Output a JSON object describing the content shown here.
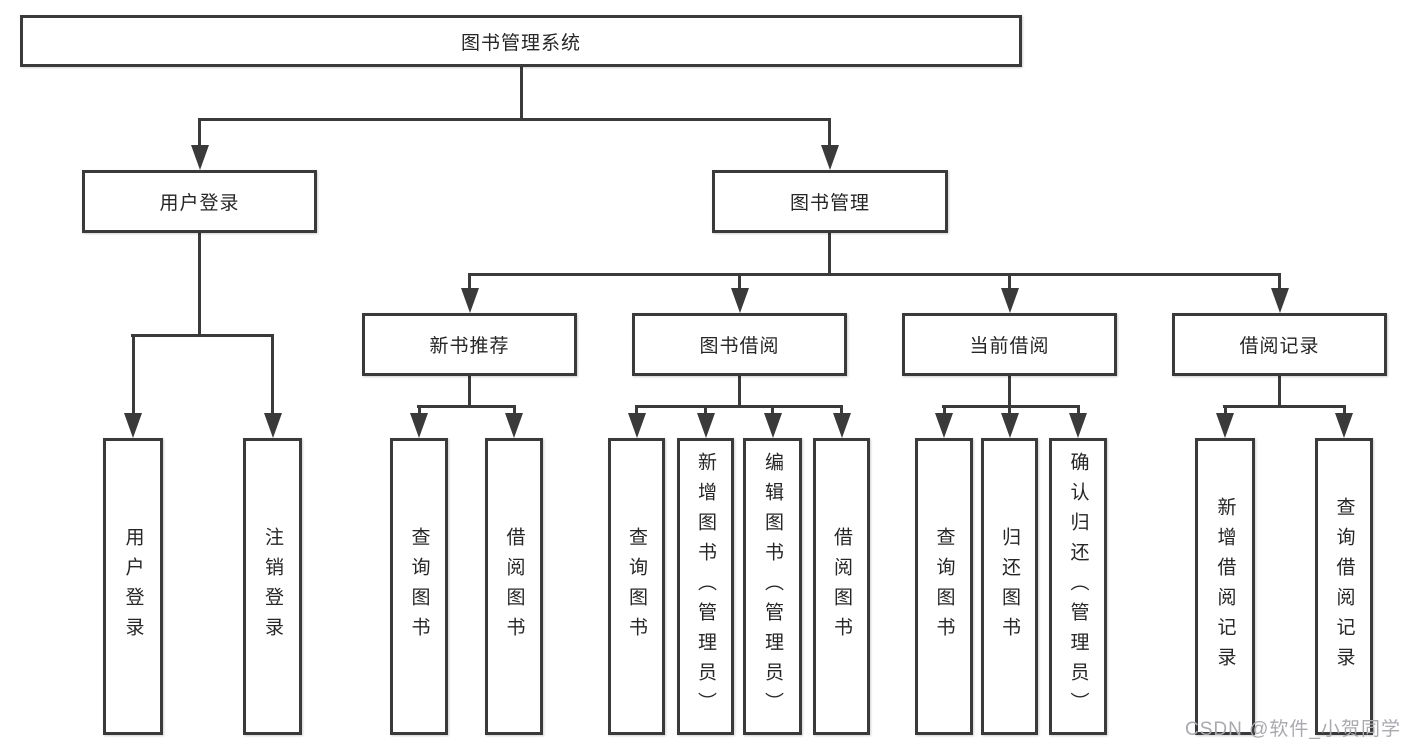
{
  "diagram_type": "hierarchy",
  "colors": {
    "line": "#3a3a3a",
    "box_border": "#3a3a3a",
    "box_fill": "#ffffff",
    "text": "#262626",
    "background": "#ffffff",
    "watermark_text_color": "#a9a9b0"
  },
  "tree": {
    "root": {
      "label": "图书管理系统",
      "children": [
        {
          "label": "用户登录",
          "children": [
            {
              "label": "用户登录"
            },
            {
              "label": "注销登录"
            }
          ]
        },
        {
          "label": "图书管理",
          "children": [
            {
              "label": "新书推荐",
              "children": [
                {
                  "label": "查询图书"
                },
                {
                  "label": "借阅图书"
                }
              ]
            },
            {
              "label": "图书借阅",
              "children": [
                {
                  "label": "查询图书"
                },
                {
                  "label": "新增图书（管理员）"
                },
                {
                  "label": "编辑图书（管理员）"
                },
                {
                  "label": "借阅图书"
                }
              ]
            },
            {
              "label": "当前借阅",
              "children": [
                {
                  "label": "查询图书"
                },
                {
                  "label": "归还图书"
                },
                {
                  "label": "确认归还（管理员）"
                }
              ]
            },
            {
              "label": "借阅记录",
              "children": [
                {
                  "label": "新增借阅记录"
                },
                {
                  "label": "查询借阅记录"
                }
              ]
            }
          ]
        }
      ]
    }
  },
  "watermark": {
    "text": "CSDN @软件_小贺同学"
  }
}
